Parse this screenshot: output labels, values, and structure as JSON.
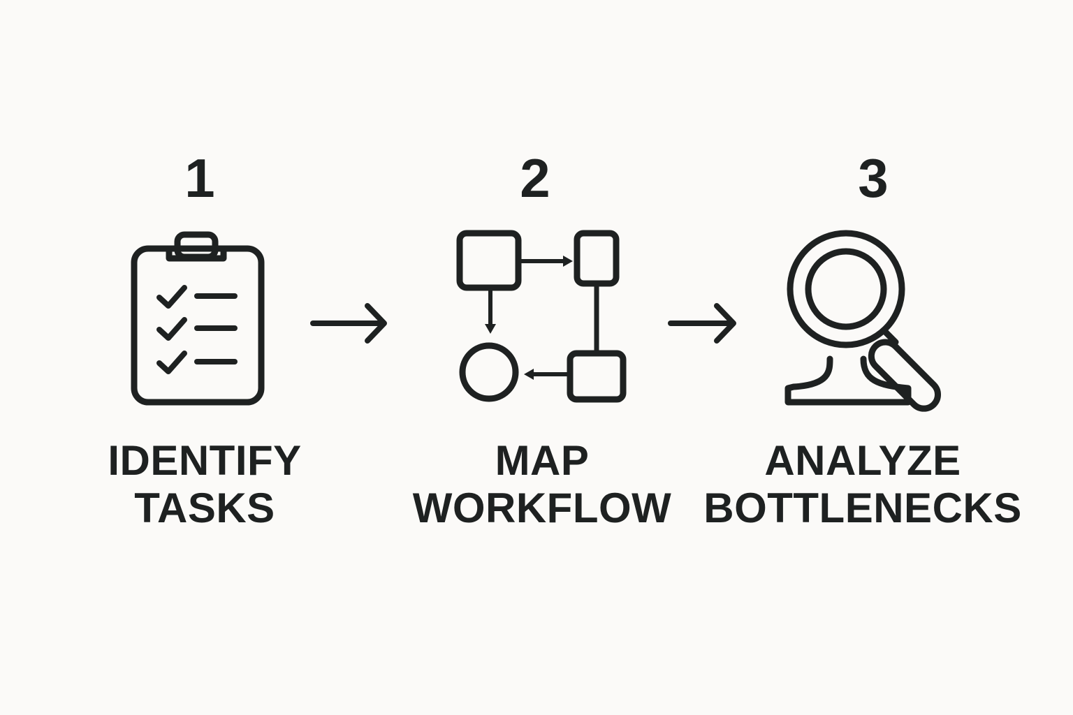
{
  "steps": [
    {
      "number": "1",
      "label_line1": "IDENTIFY",
      "label_line2": "TASKS",
      "icon": "clipboard-checklist-icon"
    },
    {
      "number": "2",
      "label_line1": "MAP",
      "label_line2": "WORKFLOW",
      "icon": "workflow-diagram-icon"
    },
    {
      "number": "3",
      "label_line1": "ANALYZE",
      "label_line2": "BOTTLENECKS",
      "icon": "magnifying-glass-icon"
    }
  ],
  "colors": {
    "background": "#fbfaf8",
    "ink": "#1e2121"
  }
}
